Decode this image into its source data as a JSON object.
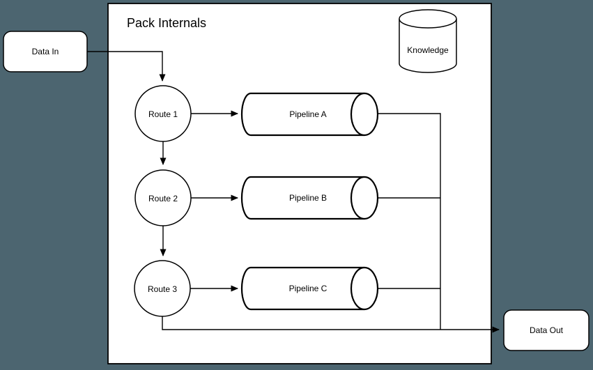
{
  "diagram": {
    "title": "Pack Internals",
    "colors": {
      "background": "#4C6570",
      "node_fill": "#FFFFFF",
      "stroke": "#000000"
    },
    "nodes": {
      "data_in": {
        "label": "Data In",
        "shape": "rounded-rectangle"
      },
      "data_out": {
        "label": "Data Out",
        "shape": "rounded-rectangle"
      },
      "knowledge": {
        "label": "Knowledge",
        "shape": "database-cylinder"
      },
      "route_1": {
        "label": "Route 1",
        "shape": "circle"
      },
      "route_2": {
        "label": "Route 2",
        "shape": "circle"
      },
      "route_3": {
        "label": "Route 3",
        "shape": "circle"
      },
      "pipeline_a": {
        "label": "Pipeline A",
        "shape": "horizontal-pipe"
      },
      "pipeline_b": {
        "label": "Pipeline B",
        "shape": "horizontal-pipe"
      },
      "pipeline_c": {
        "label": "Pipeline C",
        "shape": "horizontal-pipe"
      }
    },
    "edges": [
      {
        "from": "Data In",
        "to": "Route 1"
      },
      {
        "from": "Route 1",
        "to": "Pipeline A"
      },
      {
        "from": "Route 1",
        "to": "Route 2"
      },
      {
        "from": "Route 2",
        "to": "Pipeline B"
      },
      {
        "from": "Route 2",
        "to": "Route 3"
      },
      {
        "from": "Route 3",
        "to": "Pipeline C"
      },
      {
        "from": "Pipeline A",
        "to": "Data Out"
      },
      {
        "from": "Pipeline B",
        "to": "Data Out"
      },
      {
        "from": "Pipeline C",
        "to": "Data Out"
      },
      {
        "from": "Route 3",
        "to": "Data Out"
      }
    ]
  }
}
